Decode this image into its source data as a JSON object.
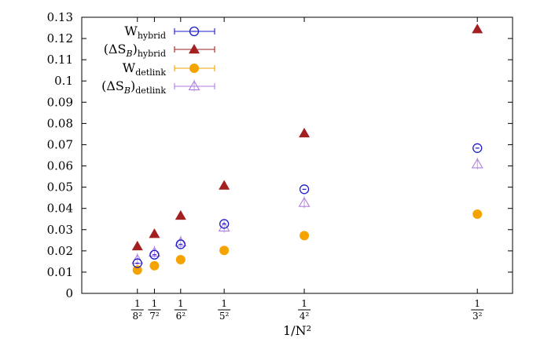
{
  "chart_data": {
    "type": "scatter",
    "title": "",
    "xlabel": "1/N²",
    "ylabel": "",
    "x": [
      0.015625,
      0.020408,
      0.027778,
      0.04,
      0.0625,
      0.111111
    ],
    "x_tick_labels": [
      {
        "num": "1",
        "den": "8²",
        "value": 0.015625
      },
      {
        "num": "1",
        "den": "7²",
        "value": 0.020408
      },
      {
        "num": "1",
        "den": "6²",
        "value": 0.027778
      },
      {
        "num": "1",
        "den": "5²",
        "value": 0.04
      },
      {
        "num": "1",
        "den": "4²",
        "value": 0.0625
      },
      {
        "num": "1",
        "den": "3²",
        "value": 0.111111
      }
    ],
    "xlim": [
      0.0,
      0.121
    ],
    "ylim": [
      0,
      0.13
    ],
    "y_ticks": [
      "0",
      "0.01",
      "0.02",
      "0.03",
      "0.04",
      "0.05",
      "0.06",
      "0.07",
      "0.08",
      "0.09",
      "0.1",
      "0.11",
      "0.12",
      "0.13"
    ],
    "grid": false,
    "legend_position": "top-left",
    "series": [
      {
        "name": "W",
        "sub": "hybrid",
        "marker": "open-circle",
        "color": "#1c1ccc",
        "values": [
          0.0142,
          0.0182,
          0.0231,
          0.0327,
          0.049,
          0.0684
        ]
      },
      {
        "name": "(ΔS",
        "name_sub": "B",
        "name_close": ")",
        "sub": "hybrid",
        "marker": "filled-triangle",
        "color": "#a32020",
        "values": [
          0.0222,
          0.028,
          0.0366,
          0.0508,
          0.0754,
          0.1244
        ]
      },
      {
        "name": "W",
        "sub": "detlink",
        "marker": "filled-circle",
        "color": "#f5a300",
        "values": [
          0.011,
          0.013,
          0.0159,
          0.0202,
          0.0272,
          0.0373
        ]
      },
      {
        "name": "(ΔS",
        "name_sub": "B",
        "name_close": ")",
        "sub": "detlink",
        "marker": "open-triangle",
        "color": "#b07ee0",
        "values": [
          0.0158,
          0.0192,
          0.024,
          0.031,
          0.0426,
          0.0608
        ]
      }
    ]
  }
}
